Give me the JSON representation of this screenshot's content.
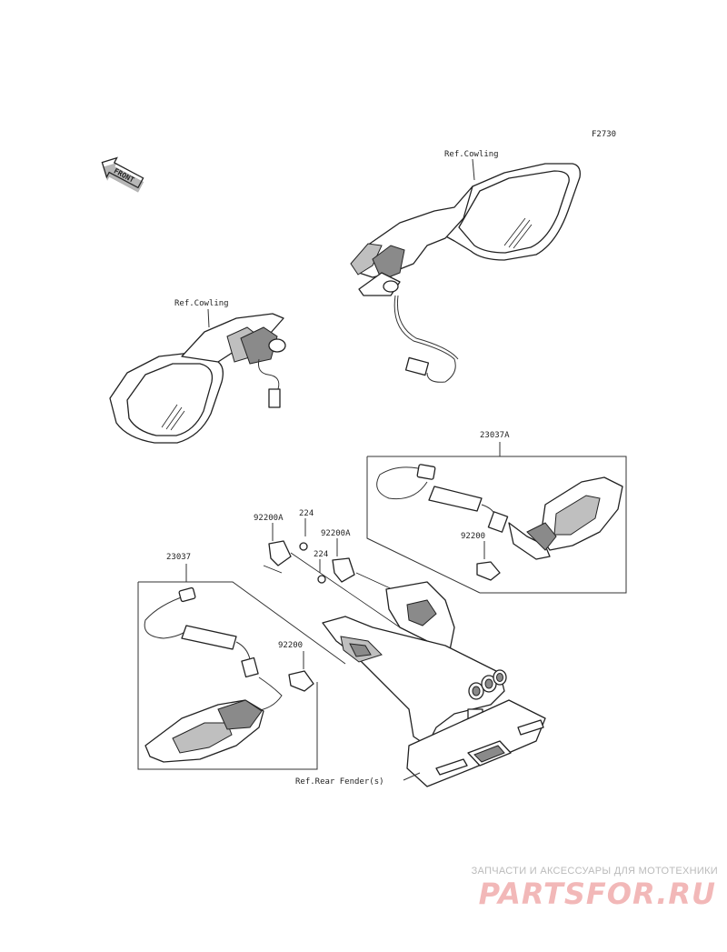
{
  "diagram": {
    "code": "F2730",
    "front_badge": "FRONT",
    "ref_cowling_right": "Ref.Cowling",
    "ref_cowling_left": "Ref.Cowling",
    "ref_rear_fender": "Ref.Rear Fender(s)",
    "callouts": {
      "turn_signal_rear_right": "23037A",
      "turn_signal_rear_left": "23037",
      "bracket_a_left": "92200A",
      "bracket_a_right": "92200A",
      "screw_left": "224",
      "screw_right": "224",
      "gasket_right": "92200",
      "gasket_left": "92200"
    }
  },
  "watermark": {
    "caption": "ЗАПЧАСТИ И АКСЕССУАРЫ ДЛЯ МОТОТЕХНИКИ",
    "brand": "PARTSFOR.RU"
  }
}
